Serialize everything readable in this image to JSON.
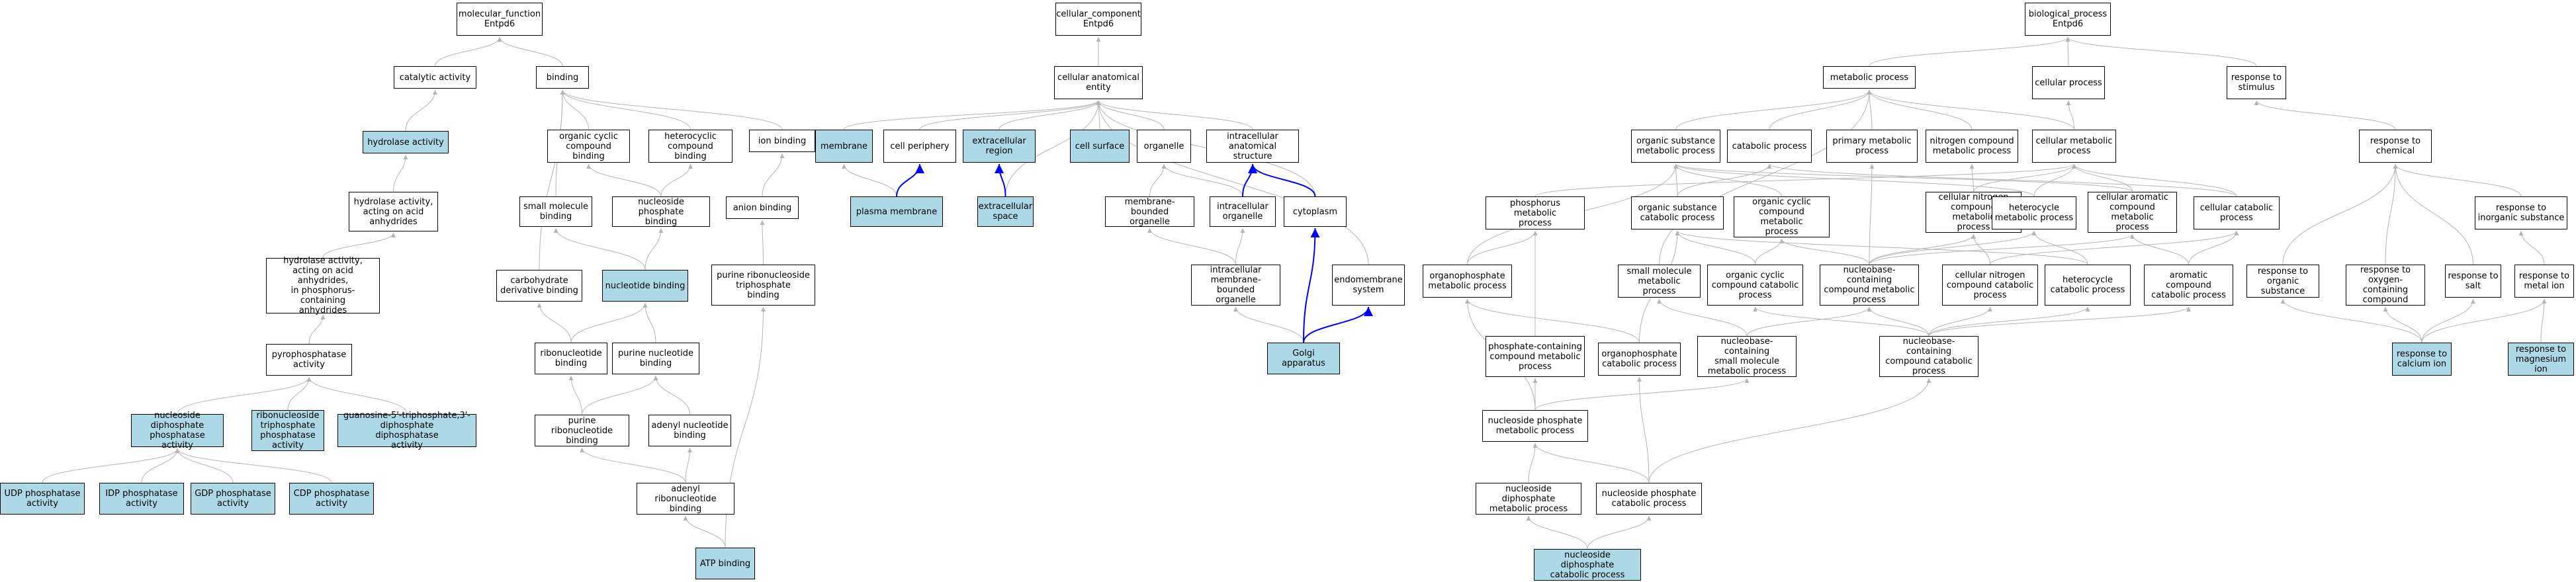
{
  "colors": {
    "highlight": "#add8e6",
    "edge": "#b5b5b5",
    "edge_strong": "#0000ff",
    "border": "#000000"
  },
  "nodes": [
    {
      "id": "mf",
      "label": "molecular_function\nEntpd6",
      "hl": false
    },
    {
      "id": "catalytic",
      "label": "catalytic activity",
      "hl": false
    },
    {
      "id": "binding",
      "label": "binding",
      "hl": false
    },
    {
      "id": "hydrolase",
      "label": "hydrolase activity",
      "hl": true
    },
    {
      "id": "hyd_acid",
      "label": "hydrolase activity,\nacting on acid\nanhydrides",
      "hl": false
    },
    {
      "id": "hyd_phos",
      "label": "hydrolase activity,\nacting on acid\nanhydrides,\nin phosphorus-containing\nanhydrides",
      "hl": false
    },
    {
      "id": "pyro",
      "label": "pyrophosphatase\nactivity",
      "hl": false
    },
    {
      "id": "ndp_act",
      "label": "nucleoside diphosphate\nphosphatase\nactivity",
      "hl": true
    },
    {
      "id": "rntp_act",
      "label": "ribonucleoside\ntriphosphate\nphosphatase\nactivity",
      "hl": true
    },
    {
      "id": "guan",
      "label": "guanosine-5'-triphosphate,3'-diphosphate\ndiphosphatase\nactivity",
      "hl": true
    },
    {
      "id": "udp",
      "label": "UDP phosphatase\nactivity",
      "hl": true
    },
    {
      "id": "idp",
      "label": "IDP phosphatase\nactivity",
      "hl": true
    },
    {
      "id": "gdp",
      "label": "GDP phosphatase\nactivity",
      "hl": true
    },
    {
      "id": "cdp",
      "label": "CDP phosphatase\nactivity",
      "hl": true
    },
    {
      "id": "oc_bind",
      "label": "organic cyclic\ncompound binding",
      "hl": false
    },
    {
      "id": "het_bind",
      "label": "heterocyclic\ncompound binding",
      "hl": false
    },
    {
      "id": "ion_bind",
      "label": "ion binding",
      "hl": false
    },
    {
      "id": "sm_bind",
      "label": "small molecule\nbinding",
      "hl": false
    },
    {
      "id": "np_bind",
      "label": "nucleoside phosphate\nbinding",
      "hl": false
    },
    {
      "id": "anion_bind",
      "label": "anion binding",
      "hl": false
    },
    {
      "id": "carb_bind",
      "label": "carbohydrate\nderivative binding",
      "hl": false
    },
    {
      "id": "nt_bind",
      "label": "nucleotide binding",
      "hl": true
    },
    {
      "id": "prnt_bind",
      "label": "purine ribonucleoside\ntriphosphate\nbinding",
      "hl": false
    },
    {
      "id": "ribo_bind",
      "label": "ribonucleotide\nbinding",
      "hl": false
    },
    {
      "id": "pur_bind",
      "label": "purine nucleotide\nbinding",
      "hl": false
    },
    {
      "id": "purribo_bind",
      "label": "purine ribonucleotide\nbinding",
      "hl": false
    },
    {
      "id": "aden_bind",
      "label": "adenyl nucleotide\nbinding",
      "hl": false
    },
    {
      "id": "adenribo_bind",
      "label": "adenyl ribonucleotide\nbinding",
      "hl": false
    },
    {
      "id": "atp_bind",
      "label": "ATP binding",
      "hl": true
    },
    {
      "id": "cc",
      "label": "cellular_component\nEntpd6",
      "hl": false
    },
    {
      "id": "cae",
      "label": "cellular anatomical\nentity",
      "hl": false
    },
    {
      "id": "membrane",
      "label": "membrane",
      "hl": true
    },
    {
      "id": "cell_periph",
      "label": "cell periphery",
      "hl": false
    },
    {
      "id": "extra_region",
      "label": "extracellular\nregion",
      "hl": true
    },
    {
      "id": "cell_surface",
      "label": "cell surface",
      "hl": true
    },
    {
      "id": "organelle",
      "label": "organelle",
      "hl": false
    },
    {
      "id": "ias",
      "label": "intracellular\nanatomical structure",
      "hl": false
    },
    {
      "id": "plasma",
      "label": "plasma membrane",
      "hl": true
    },
    {
      "id": "extra_space",
      "label": "extracellular\nspace",
      "hl": true
    },
    {
      "id": "mbo",
      "label": "membrane-bounded\norganelle",
      "hl": false
    },
    {
      "id": "io",
      "label": "intracellular\norganelle",
      "hl": false
    },
    {
      "id": "cyto",
      "label": "cytoplasm",
      "hl": false
    },
    {
      "id": "imbo",
      "label": "intracellular\nmembrane-bounded\norganelle",
      "hl": false
    },
    {
      "id": "endo",
      "label": "endomembrane\nsystem",
      "hl": false
    },
    {
      "id": "golgi",
      "label": "Golgi apparatus",
      "hl": true
    },
    {
      "id": "bp",
      "label": "biological_process\nEntpd6",
      "hl": false
    },
    {
      "id": "metab",
      "label": "metabolic process",
      "hl": false
    },
    {
      "id": "cell_proc",
      "label": "cellular process",
      "hl": false
    },
    {
      "id": "resp_stim",
      "label": "response to\nstimulus",
      "hl": false
    },
    {
      "id": "osm",
      "label": "organic substance\nmetabolic process",
      "hl": false
    },
    {
      "id": "catab",
      "label": "catabolic process",
      "hl": false
    },
    {
      "id": "prim",
      "label": "primary metabolic\nprocess",
      "hl": false
    },
    {
      "id": "ncm",
      "label": "nitrogen compound\nmetabolic process",
      "hl": false
    },
    {
      "id": "cmp",
      "label": "cellular metabolic\nprocess",
      "hl": false
    },
    {
      "id": "resp_chem",
      "label": "response to\nchemical",
      "hl": false
    },
    {
      "id": "phos_mp",
      "label": "phosphorus metabolic\nprocess",
      "hl": false
    },
    {
      "id": "oscp",
      "label": "organic substance\ncatabolic process",
      "hl": false
    },
    {
      "id": "occm",
      "label": "organic cyclic\ncompound metabolic\nprocess",
      "hl": false
    },
    {
      "id": "cncm",
      "label": "cellular nitrogen\ncompound metabolic\nprocess",
      "hl": false
    },
    {
      "id": "hetm",
      "label": "heterocycle\nmetabolic process",
      "hl": false
    },
    {
      "id": "cacm",
      "label": "cellular aromatic\ncompound metabolic\nprocess",
      "hl": false
    },
    {
      "id": "ccp",
      "label": "cellular catabolic\nprocess",
      "hl": false
    },
    {
      "id": "resp_inorg",
      "label": "response to\ninorganic substance",
      "hl": false
    },
    {
      "id": "orgph_mp",
      "label": "organophosphate\nmetabolic process",
      "hl": false
    },
    {
      "id": "smm",
      "label": "small molecule\nmetabolic process",
      "hl": false
    },
    {
      "id": "occp",
      "label": "organic cyclic\ncompound catabolic\nprocess",
      "hl": false
    },
    {
      "id": "nbcm",
      "label": "nucleobase-containing\ncompound metabolic\nprocess",
      "hl": false
    },
    {
      "id": "cncc",
      "label": "cellular nitrogen\ncompound catabolic\nprocess",
      "hl": false
    },
    {
      "id": "hetc",
      "label": "heterocycle\ncatabolic process",
      "hl": false
    },
    {
      "id": "acc",
      "label": "aromatic compound\ncatabolic process",
      "hl": false
    },
    {
      "id": "resp_org",
      "label": "response to\norganic substance",
      "hl": false
    },
    {
      "id": "resp_oxy",
      "label": "response to\noxygen-containing\ncompound",
      "hl": false
    },
    {
      "id": "resp_salt",
      "label": "response to\nsalt",
      "hl": false
    },
    {
      "id": "resp_metal",
      "label": "response to\nmetal ion",
      "hl": false
    },
    {
      "id": "pccm",
      "label": "phosphate-containing\ncompound metabolic\nprocess",
      "hl": false
    },
    {
      "id": "orgph_cp",
      "label": "organophosphate\ncatabolic process",
      "hl": false
    },
    {
      "id": "ncsm",
      "label": "nucleobase-containing\nsmall molecule\nmetabolic process",
      "hl": false
    },
    {
      "id": "nbcc",
      "label": "nucleobase-containing\ncompound catabolic\nprocess",
      "hl": false
    },
    {
      "id": "resp_ca",
      "label": "response to\ncalcium ion",
      "hl": true
    },
    {
      "id": "resp_mg",
      "label": "response to\nmagnesium ion",
      "hl": true
    },
    {
      "id": "npmp",
      "label": "nucleoside phosphate\nmetabolic process",
      "hl": false
    },
    {
      "id": "ndpm",
      "label": "nucleoside diphosphate\nmetabolic process",
      "hl": false
    },
    {
      "id": "npcp",
      "label": "nucleoside phosphate\ncatabolic process",
      "hl": false
    },
    {
      "id": "ndpc",
      "label": "nucleoside diphosphate\ncatabolic process",
      "hl": true
    }
  ],
  "edges": [
    [
      "catalytic",
      "mf"
    ],
    [
      "binding",
      "mf"
    ],
    [
      "hydrolase",
      "catalytic"
    ],
    [
      "hyd_acid",
      "hydrolase"
    ],
    [
      "hyd_phos",
      "hyd_acid"
    ],
    [
      "pyro",
      "hyd_phos"
    ],
    [
      "ndp_act",
      "pyro"
    ],
    [
      "rntp_act",
      "pyro"
    ],
    [
      "guan",
      "pyro"
    ],
    [
      "udp",
      "ndp_act"
    ],
    [
      "idp",
      "ndp_act"
    ],
    [
      "gdp",
      "ndp_act"
    ],
    [
      "cdp",
      "ndp_act"
    ],
    [
      "oc_bind",
      "binding"
    ],
    [
      "het_bind",
      "binding"
    ],
    [
      "ion_bind",
      "binding"
    ],
    [
      "sm_bind",
      "binding"
    ],
    [
      "carb_bind",
      "binding"
    ],
    [
      "np_bind",
      "oc_bind"
    ],
    [
      "np_bind",
      "het_bind"
    ],
    [
      "anion_bind",
      "ion_bind"
    ],
    [
      "nt_bind",
      "np_bind"
    ],
    [
      "nt_bind",
      "sm_bind"
    ],
    [
      "prnt_bind",
      "anion_bind"
    ],
    [
      "ribo_bind",
      "nt_bind"
    ],
    [
      "ribo_bind",
      "carb_bind"
    ],
    [
      "pur_bind",
      "nt_bind"
    ],
    [
      "purribo_bind",
      "ribo_bind"
    ],
    [
      "purribo_bind",
      "pur_bind"
    ],
    [
      "aden_bind",
      "pur_bind"
    ],
    [
      "adenribo_bind",
      "purribo_bind"
    ],
    [
      "adenribo_bind",
      "aden_bind"
    ],
    [
      "atp_bind",
      "adenribo_bind"
    ],
    [
      "atp_bind",
      "prnt_bind"
    ],
    [
      "cae",
      "cc"
    ],
    [
      "membrane",
      "cae"
    ],
    [
      "cell_periph",
      "cae"
    ],
    [
      "extra_region",
      "cae"
    ],
    [
      "cell_surface",
      "cae"
    ],
    [
      "organelle",
      "cae"
    ],
    [
      "ias",
      "cae"
    ],
    [
      "cyto",
      "cae"
    ],
    [
      "endo",
      "cae"
    ],
    [
      "extra_space",
      "cae"
    ],
    [
      "plasma",
      "membrane"
    ],
    [
      "plasma",
      "cell_periph",
      true
    ],
    [
      "extra_space",
      "extra_region",
      true
    ],
    [
      "mbo",
      "organelle"
    ],
    [
      "io",
      "organelle"
    ],
    [
      "io",
      "ias",
      true
    ],
    [
      "cyto",
      "ias",
      true
    ],
    [
      "imbo",
      "mbo"
    ],
    [
      "imbo",
      "io"
    ],
    [
      "golgi",
      "imbo"
    ],
    [
      "golgi",
      "cyto",
      true
    ],
    [
      "golgi",
      "endo",
      true
    ],
    [
      "metab",
      "bp"
    ],
    [
      "cell_proc",
      "bp"
    ],
    [
      "resp_stim",
      "bp"
    ],
    [
      "osm",
      "metab"
    ],
    [
      "catab",
      "metab"
    ],
    [
      "prim",
      "metab"
    ],
    [
      "ncm",
      "metab"
    ],
    [
      "cmp",
      "metab"
    ],
    [
      "cmp",
      "cell_proc"
    ],
    [
      "resp_chem",
      "resp_stim"
    ],
    [
      "phos_mp",
      "cmp"
    ],
    [
      "oscp",
      "osm"
    ],
    [
      "oscp",
      "catab"
    ],
    [
      "occm",
      "osm"
    ],
    [
      "cncm",
      "cmp"
    ],
    [
      "cncm",
      "ncm"
    ],
    [
      "hetm",
      "cmp"
    ],
    [
      "hetm",
      "osm"
    ],
    [
      "cacm",
      "cmp"
    ],
    [
      "cacm",
      "osm"
    ],
    [
      "ccp",
      "cmp"
    ],
    [
      "ccp",
      "catab"
    ],
    [
      "resp_inorg",
      "resp_chem"
    ],
    [
      "orgph_mp",
      "phos_mp"
    ],
    [
      "orgph_mp",
      "osm"
    ],
    [
      "smm",
      "metab"
    ],
    [
      "occp",
      "occm"
    ],
    [
      "occp",
      "oscp"
    ],
    [
      "nbcm",
      "occm"
    ],
    [
      "nbcm",
      "cncm"
    ],
    [
      "nbcm",
      "hetm"
    ],
    [
      "nbcm",
      "cacm"
    ],
    [
      "nbcm",
      "prim"
    ],
    [
      "cncc",
      "cncm"
    ],
    [
      "cncc",
      "ccp"
    ],
    [
      "hetc",
      "hetm"
    ],
    [
      "hetc",
      "oscp"
    ],
    [
      "acc",
      "cacm"
    ],
    [
      "acc",
      "ccp"
    ],
    [
      "resp_org",
      "resp_chem"
    ],
    [
      "resp_oxy",
      "resp_chem"
    ],
    [
      "resp_salt",
      "resp_chem"
    ],
    [
      "resp_metal",
      "resp_inorg"
    ],
    [
      "pccm",
      "phos_mp"
    ],
    [
      "orgph_cp",
      "orgph_mp"
    ],
    [
      "orgph_cp",
      "oscp"
    ],
    [
      "ncsm",
      "nbcm"
    ],
    [
      "ncsm",
      "smm"
    ],
    [
      "nbcc",
      "nbcm"
    ],
    [
      "nbcc",
      "cncc"
    ],
    [
      "nbcc",
      "hetc"
    ],
    [
      "nbcc",
      "acc"
    ],
    [
      "nbcc",
      "occp"
    ],
    [
      "resp_ca",
      "resp_org"
    ],
    [
      "resp_ca",
      "resp_oxy"
    ],
    [
      "resp_ca",
      "resp_salt"
    ],
    [
      "resp_ca",
      "resp_metal"
    ],
    [
      "resp_mg",
      "resp_metal"
    ],
    [
      "npmp",
      "pccm"
    ],
    [
      "npmp",
      "orgph_mp"
    ],
    [
      "npmp",
      "ncsm"
    ],
    [
      "ndpm",
      "npmp"
    ],
    [
      "npcp",
      "npmp"
    ],
    [
      "npcp",
      "orgph_cp"
    ],
    [
      "npcp",
      "nbcc"
    ],
    [
      "ndpc",
      "ndpm"
    ],
    [
      "ndpc",
      "npcp"
    ]
  ]
}
